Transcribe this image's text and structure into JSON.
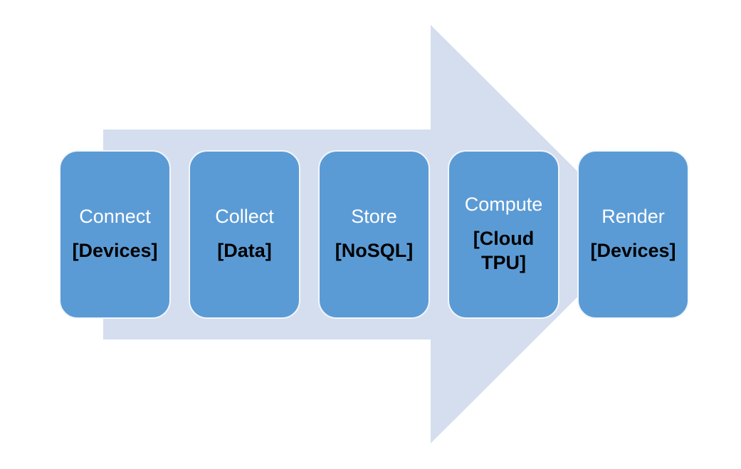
{
  "diagram": {
    "type": "process-flow-arrow",
    "direction": "right",
    "colors": {
      "background": "#ffffff",
      "arrow": "#d5deee",
      "box": "#5b9bd5",
      "box_border": "#f2f6fb",
      "title_text": "#ffffff",
      "subtitle_text": "#000000"
    },
    "steps": [
      {
        "title": "Connect",
        "subtitle": "[Devices]"
      },
      {
        "title": "Collect",
        "subtitle": "[Data]"
      },
      {
        "title": "Store",
        "subtitle": "[NoSQL]"
      },
      {
        "title": "Compute",
        "subtitle": "[Cloud TPU]"
      },
      {
        "title": "Render",
        "subtitle": "[Devices]"
      }
    ]
  }
}
